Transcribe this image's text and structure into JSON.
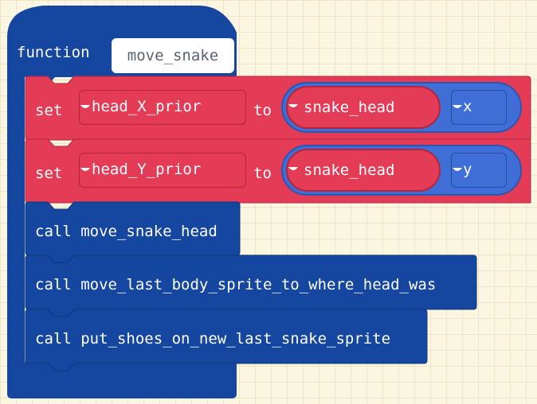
{
  "colors": {
    "function_block": "#1546a0",
    "set_block": "#e43b57",
    "call_block": "#1546a0",
    "property_pill": "#3e6ed6",
    "workspace_bg": "#fbf6e2"
  },
  "function": {
    "keyword": "function",
    "name": "move_snake"
  },
  "set_blocks": [
    {
      "keyword": "set",
      "variable": "head_X_prior",
      "to_label": "to",
      "sprite": "snake_head",
      "property": "x"
    },
    {
      "keyword": "set",
      "variable": "head_Y_prior",
      "to_label": "to",
      "sprite": "snake_head",
      "property": "y"
    }
  ],
  "call_blocks": [
    {
      "text": "call move_snake_head"
    },
    {
      "text": "call move_last_body_sprite_to_where_head_was"
    },
    {
      "text": "call put_shoes_on_new_last_snake_sprite"
    }
  ],
  "icons": {
    "dropdown": "caret-down-icon"
  }
}
